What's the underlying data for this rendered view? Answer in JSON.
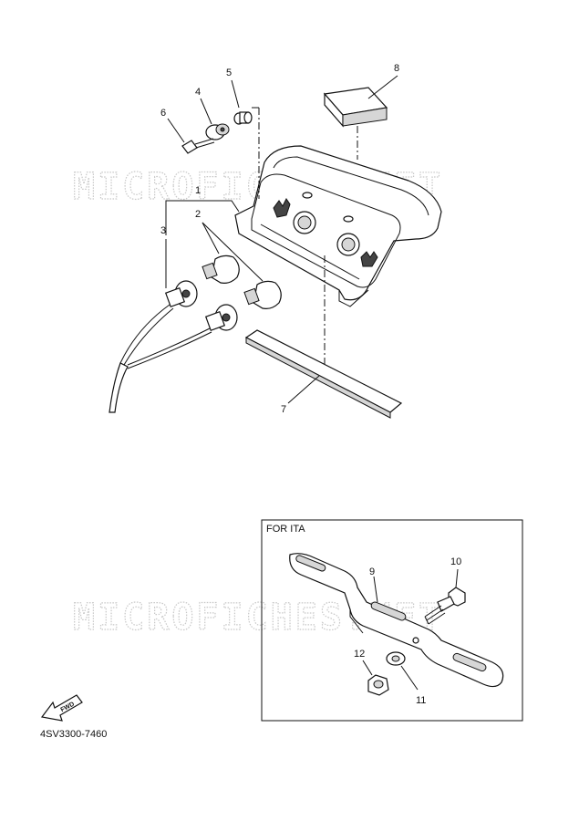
{
  "diagram": {
    "watermark": "MICROFICHES.NET",
    "callouts": {
      "p1": "1",
      "p2": "2",
      "p3": "3",
      "p4": "4",
      "p5": "5",
      "p6": "6",
      "p7": "7",
      "p8": "8",
      "p9": "9",
      "p10": "10",
      "p11": "11",
      "p12": "12"
    },
    "inset_title": "FOR ITA",
    "fwd_label": "FWD",
    "part_code": "4SV3300-7460"
  }
}
